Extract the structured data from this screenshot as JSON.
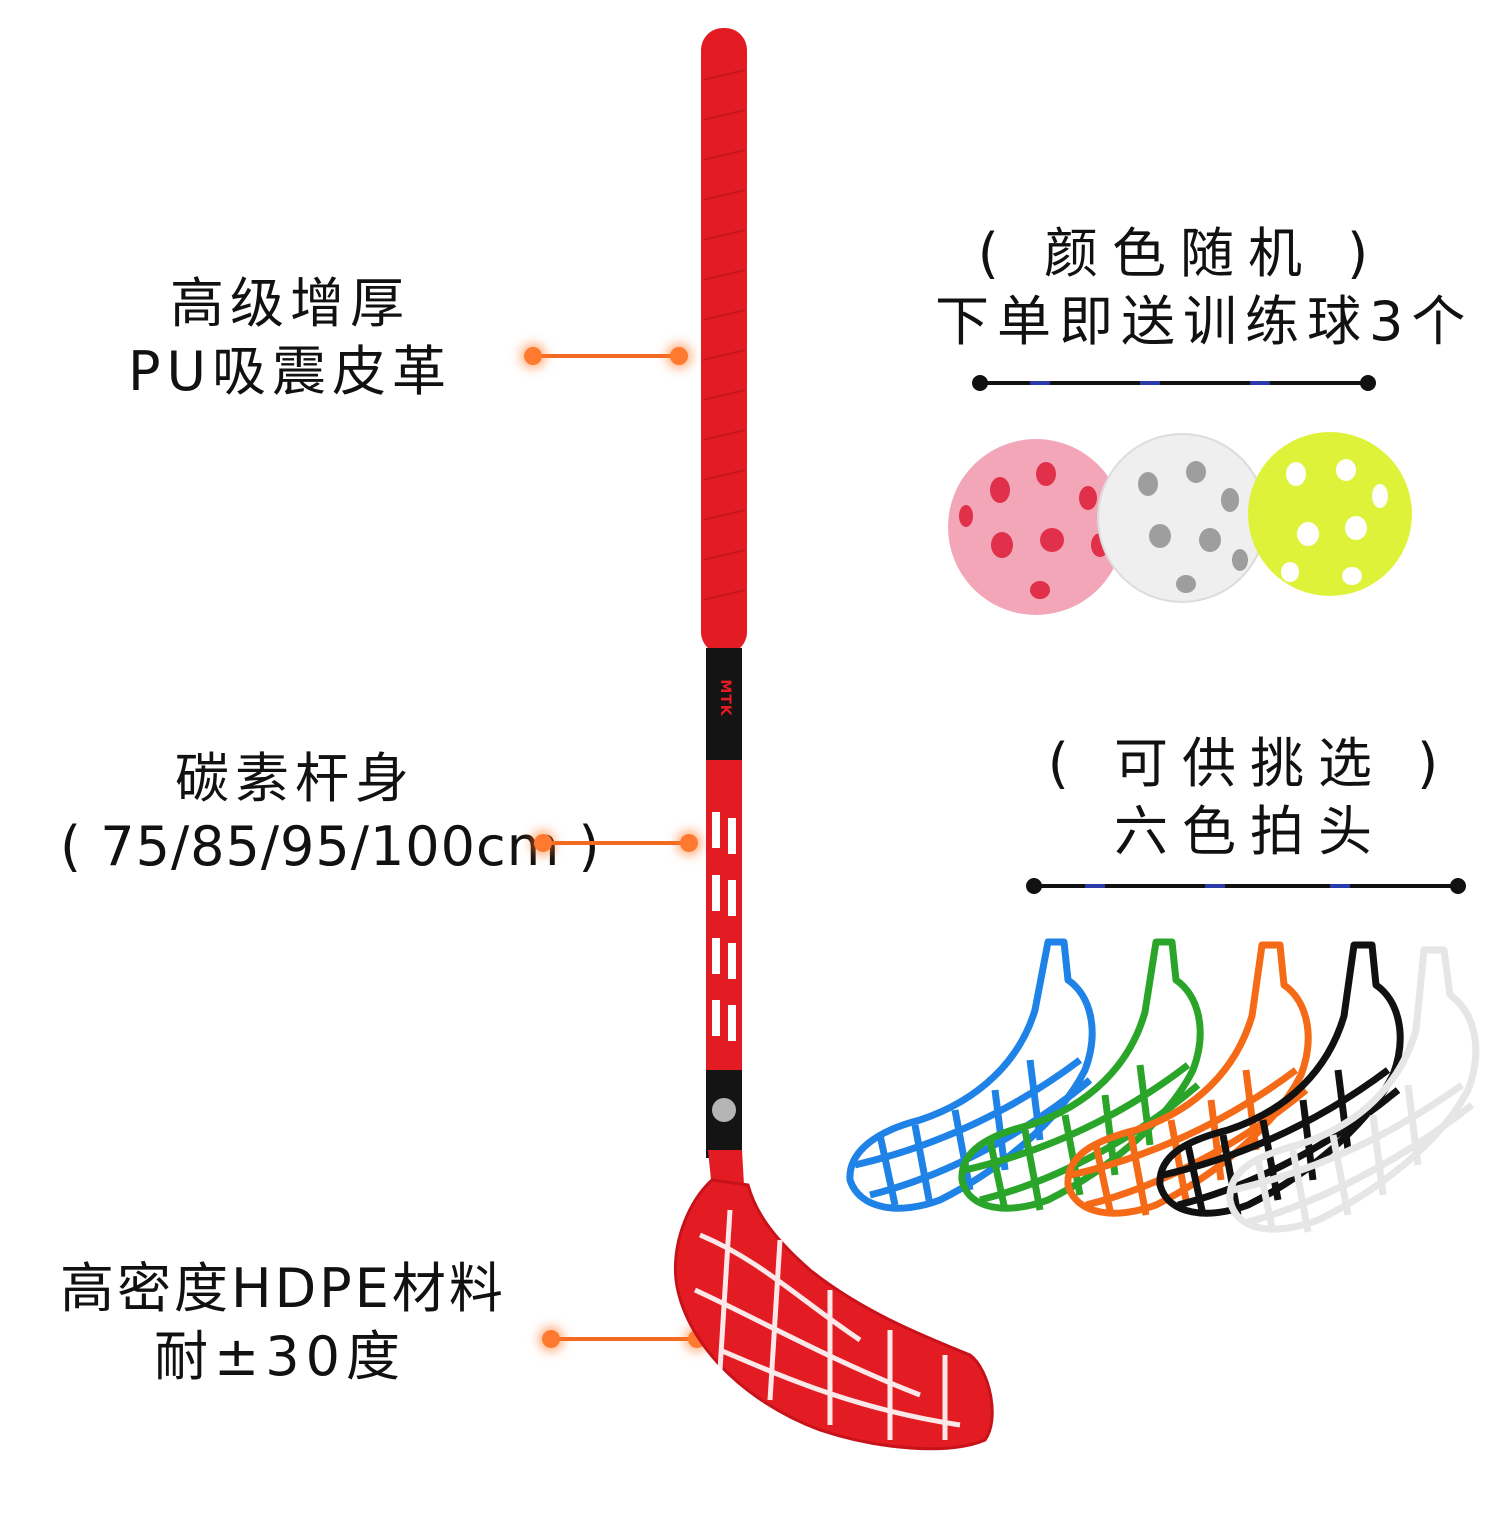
{
  "labels": {
    "grip": {
      "line1": "高级增厚",
      "line2": "PU吸震皮革"
    },
    "shaft": {
      "line1": "碳素杆身",
      "line2": "( 75/85/95/100cm )"
    },
    "blade": {
      "line1": "高密度HDPE材料",
      "line2": "耐±30度"
    },
    "balls": {
      "line1": "( 颜色随机 )",
      "line2": "下单即送训练球3个"
    },
    "heads": {
      "line1": "( 可供挑选 )",
      "line2": "六色拍头"
    }
  },
  "stick_logo": "MTK",
  "colors": {
    "callout": "#f26a21",
    "stick_red": "#e31b23",
    "ball_pink": "#f2a6b8",
    "ball_white": "#eeeeee",
    "ball_yellow": "#dff23a",
    "head_colors": [
      "#1e82e6",
      "#2aa52a",
      "#f56a16",
      "#111111",
      "#f4f4f4"
    ]
  }
}
